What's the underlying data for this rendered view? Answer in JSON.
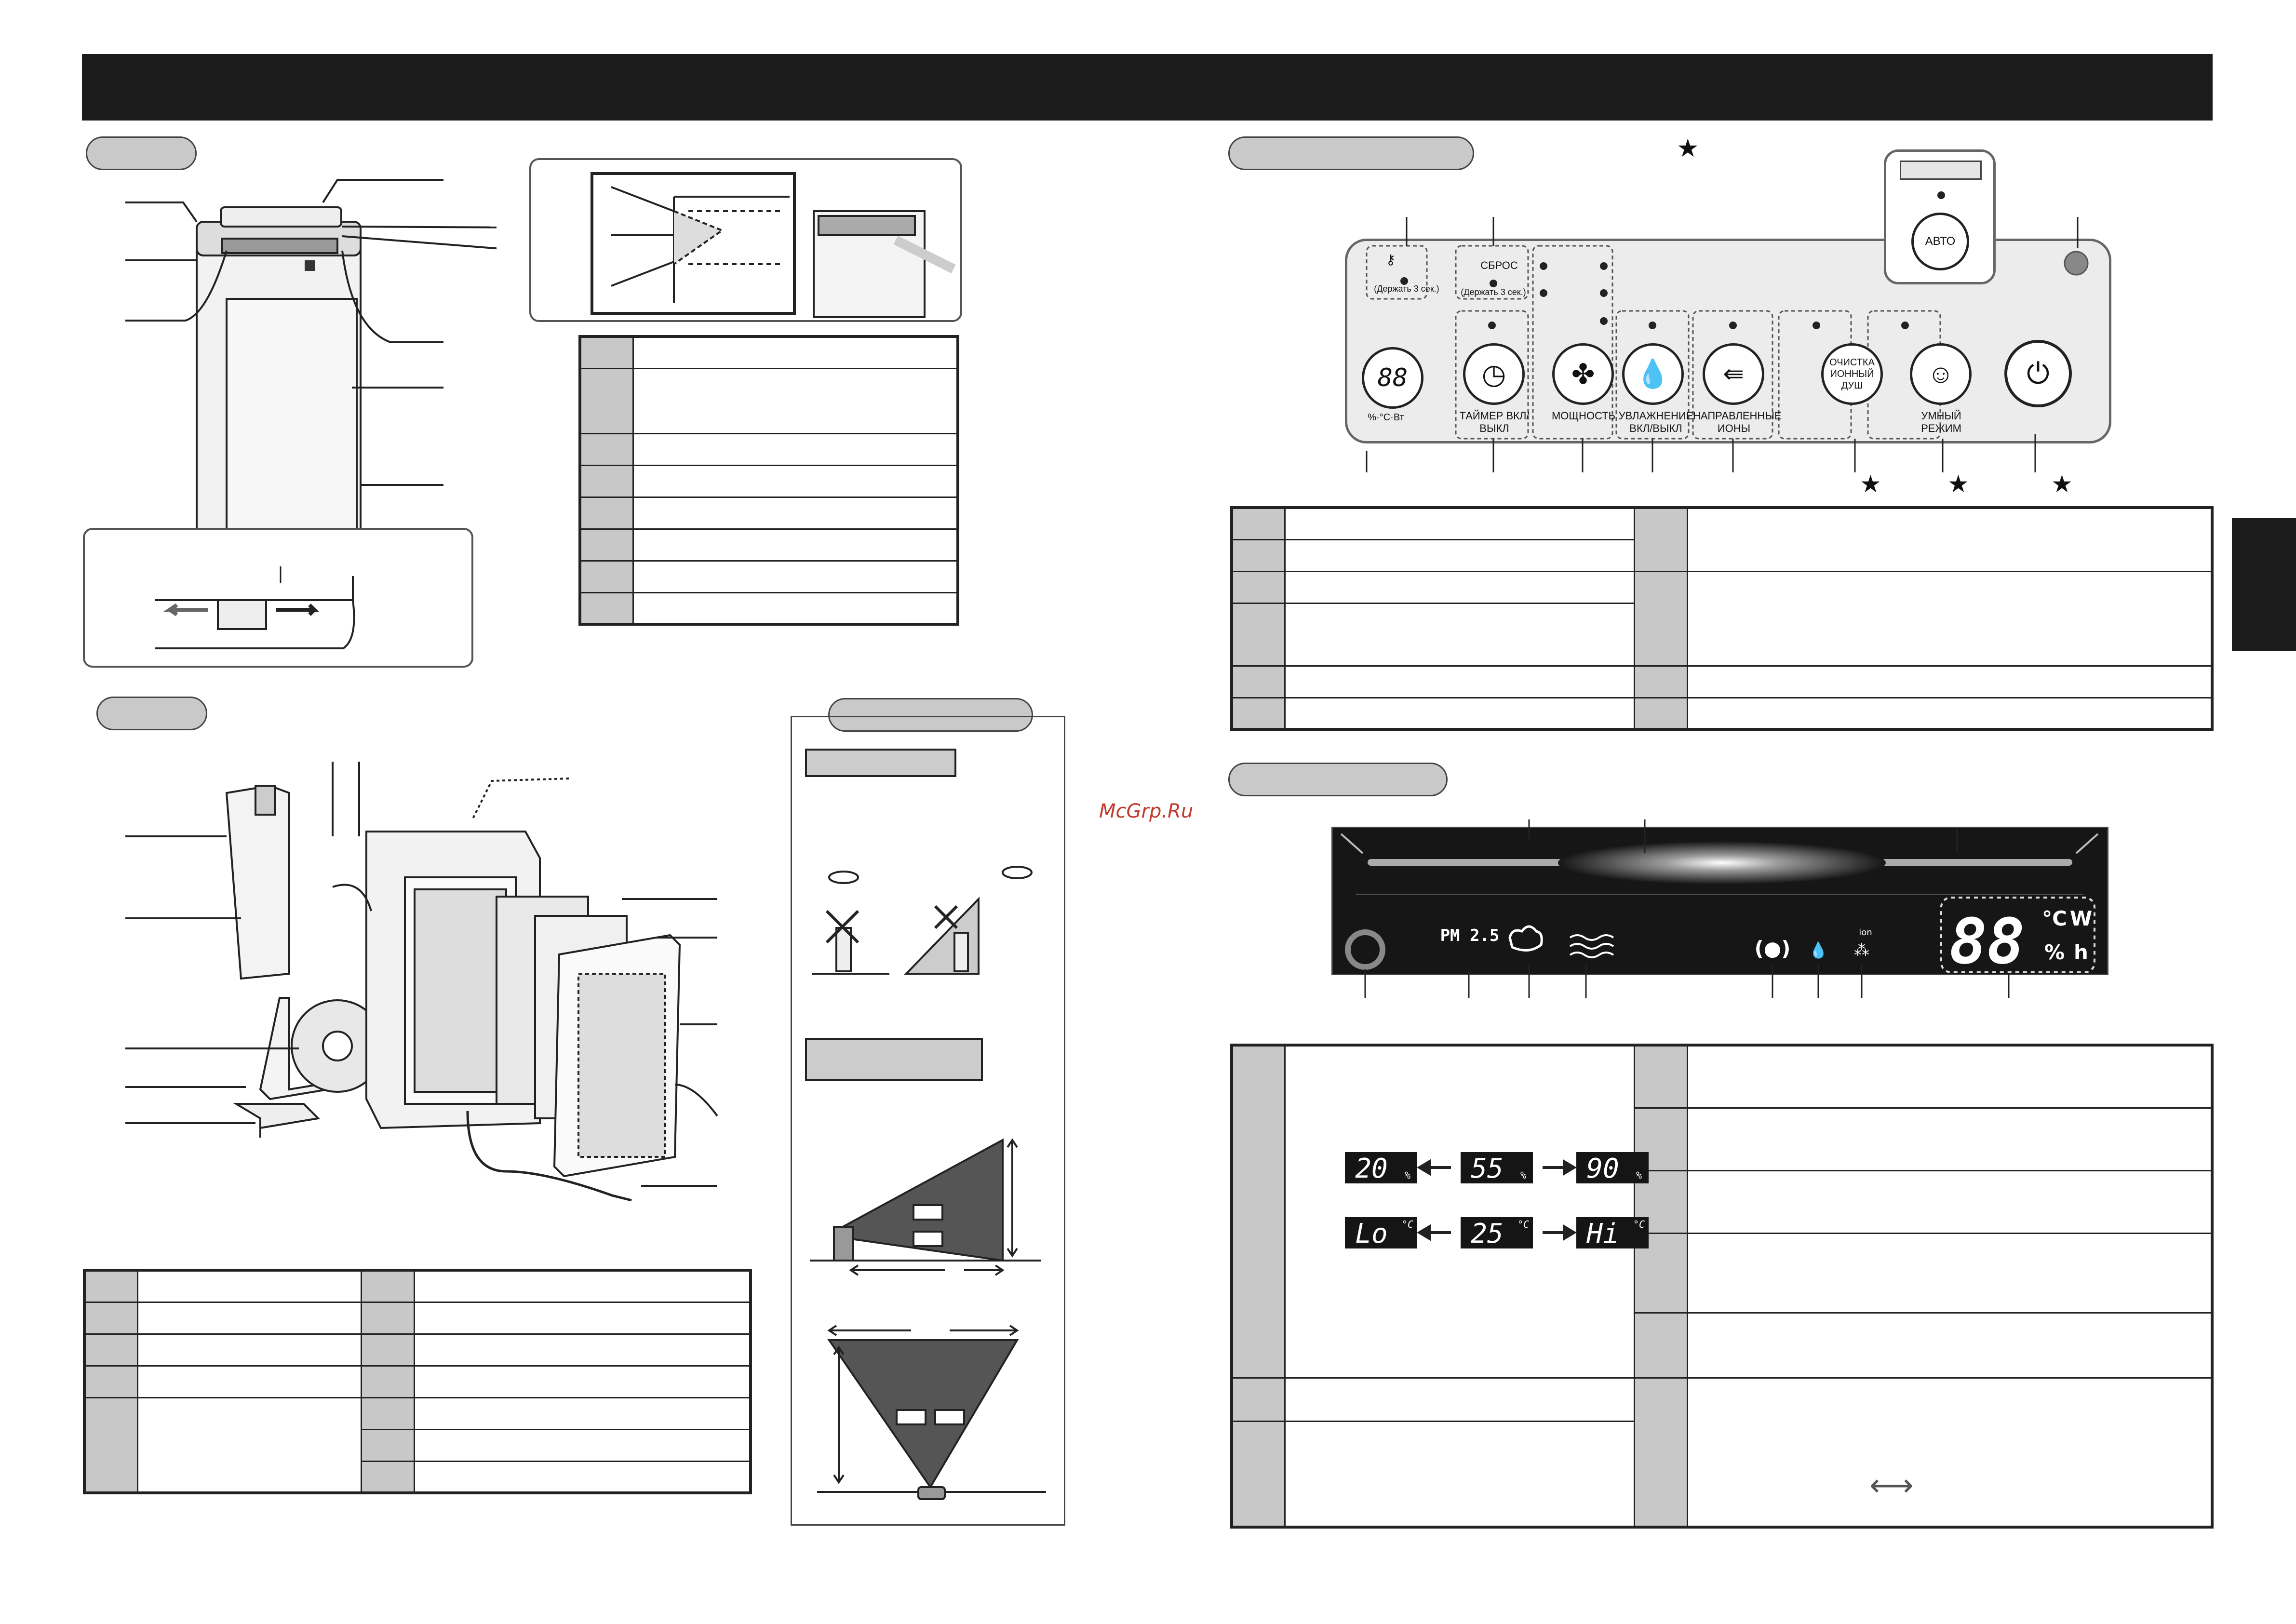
{
  "watermark": "McGrp.Ru",
  "control_panel": {
    "star_symbol": "★",
    "reset_label": "СБРОС",
    "hold_3s": "(Держать 3 сек.)",
    "units_label": "%·°C·Вт",
    "auto_label": "АВТО",
    "display_digits": "88",
    "buttons": [
      {
        "label": "ТАЙМЕР ВКЛ/ВЫКЛ"
      },
      {
        "label": "МОЩНОСТЬ"
      },
      {
        "label": "УВЛАЖНЕНИЕ ВКЛ/ВЫКЛ"
      },
      {
        "label": "НАПРАВЛЕННЫЕ ИОНЫ"
      },
      {
        "label": "ОЧИСТКА ИОННЫЙ ДУШ"
      },
      {
        "label": "УМНЫЙ РЕЖИМ"
      }
    ]
  },
  "display_panel": {
    "pm_label": "PM 2.5",
    "big_digits": "88",
    "units": [
      "°C",
      "W",
      "%",
      "h"
    ],
    "ion_label": "ion"
  },
  "examples": {
    "humidity": [
      "20",
      "55",
      "90"
    ],
    "humidity_unit": "%",
    "temperature": [
      "Lo",
      "25",
      "Hi"
    ],
    "temperature_unit": "°C"
  },
  "arrow_symbol": "⟷"
}
